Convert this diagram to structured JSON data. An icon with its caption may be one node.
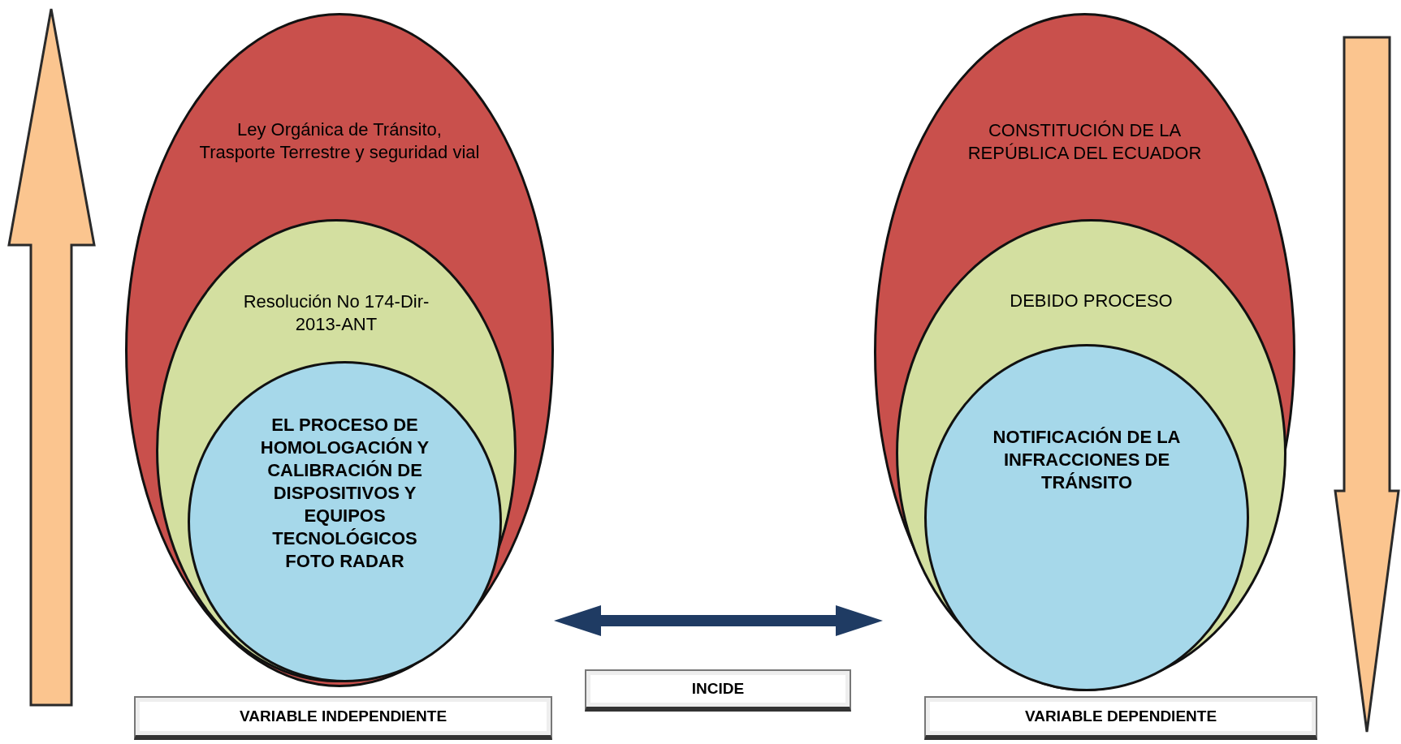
{
  "diagram": {
    "nodes": [
      {
        "text": [
          "Ley Orgánica de Tránsito, Trasporte Terrestre y seguridad vial"
        ]
      },
      {
        "text": [
          "Resolución No 174-Dir-2013-ANT"
        ],
        "in": 0
      },
      {
        "text": [
          "EL PROCESO DE HOMOLOGACIÓN Y CALIBRACIÓN DE DISPOSITIVOS Y EQUIPOS TECNOLÓGICOS FOTO RADAR"
        ],
        "in": 1
      },
      {
        "text": [
          "VARIABLE INDEPENDIENTE"
        ]
      },
      {
        "text": [
          "INCIDE"
        ]
      },
      {
        "text": [
          "CONSTITUCIÓN DE LA REPÚBLICA DEL ECUADOR"
        ]
      },
      {
        "text": [
          "DEBIDO PROCESO"
        ],
        "in": 5
      },
      {
        "text": [
          "NOTIFICACIÓN DE LA INFRACCIONES DE TRÁNSITO"
        ],
        "in": 6
      },
      {
        "text": [
          "VARIABLE DEPENDIENTE"
        ]
      }
    ],
    "edges": [
      {
        "from": 0,
        "to": 5,
        "arrow": "both"
      }
    ]
  }
}
